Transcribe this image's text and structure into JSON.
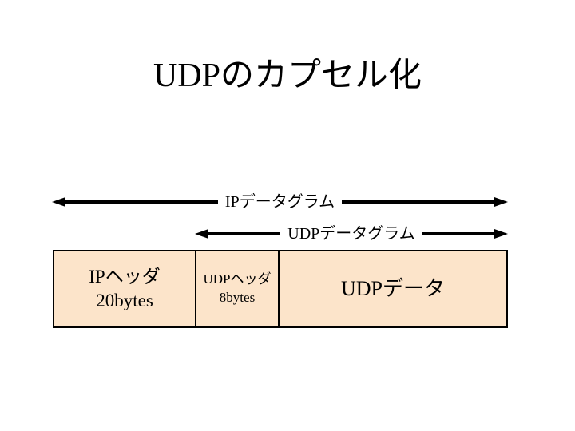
{
  "slide": {
    "title": "UDPのカプセル化"
  },
  "arrows": {
    "ip": {
      "label": "IPデータグラム"
    },
    "udp": {
      "label": "UDPデータグラム"
    }
  },
  "encapsulation_table": {
    "cells": [
      {
        "id": "ip-header",
        "line1": "IPヘッダ",
        "line2": "20bytes"
      },
      {
        "id": "udp-header",
        "line1": "UDPヘッダ",
        "line2": "8bytes"
      },
      {
        "id": "udp-data",
        "line1": "UDPデータ"
      }
    ]
  },
  "colors": {
    "background": "#FFFFFF",
    "cell_fill": "#FCE4CA",
    "border": "#000000",
    "text": "#000000"
  }
}
